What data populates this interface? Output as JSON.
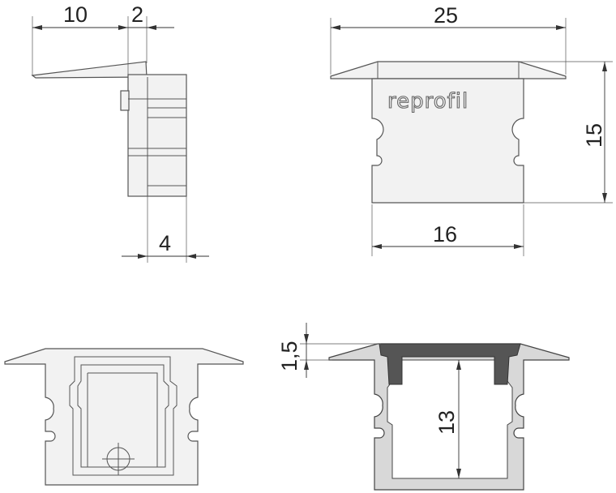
{
  "drawing": {
    "brand": "reprofil",
    "dimensions": {
      "side_lip": "10",
      "side_gap": "2",
      "side_depth": "4",
      "front_width": "25",
      "front_height": "15",
      "front_body_width": "16",
      "section_lip": "1,5",
      "section_height": "13"
    }
  }
}
